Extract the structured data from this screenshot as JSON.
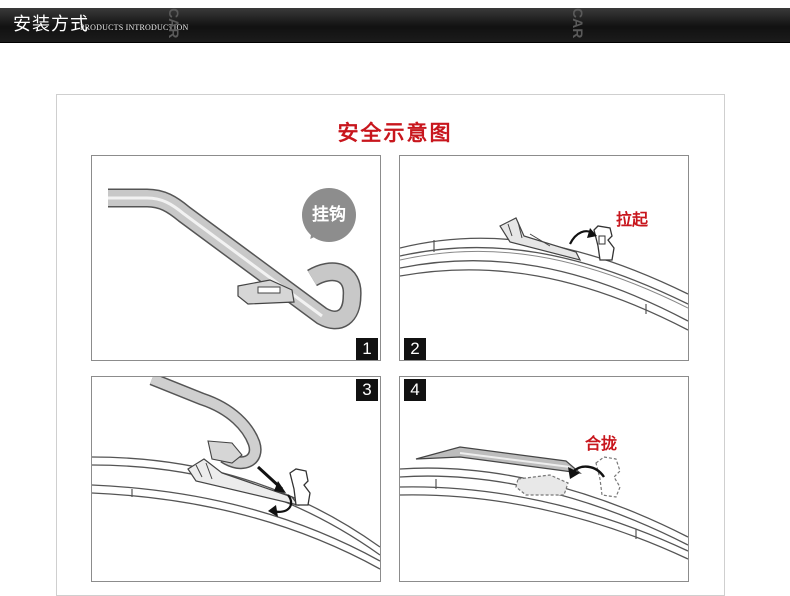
{
  "header": {
    "title": "安装方式",
    "subtitle": "PRODUCTS INTRODUCTION",
    "watermark": "CAR"
  },
  "heading": "安全示意图",
  "steps": [
    {
      "number": "1",
      "label": "挂钩"
    },
    {
      "number": "2",
      "label": "拉起"
    },
    {
      "number": "3",
      "label": ""
    },
    {
      "number": "4",
      "label": "合拢"
    }
  ],
  "colors": {
    "accent_red": "#c8161d",
    "header_bg": "#141414",
    "bubble_gray": "#8d8d8d",
    "arm_fill": "#c8c8c8",
    "dashed_gray": "#9a9a9a"
  }
}
